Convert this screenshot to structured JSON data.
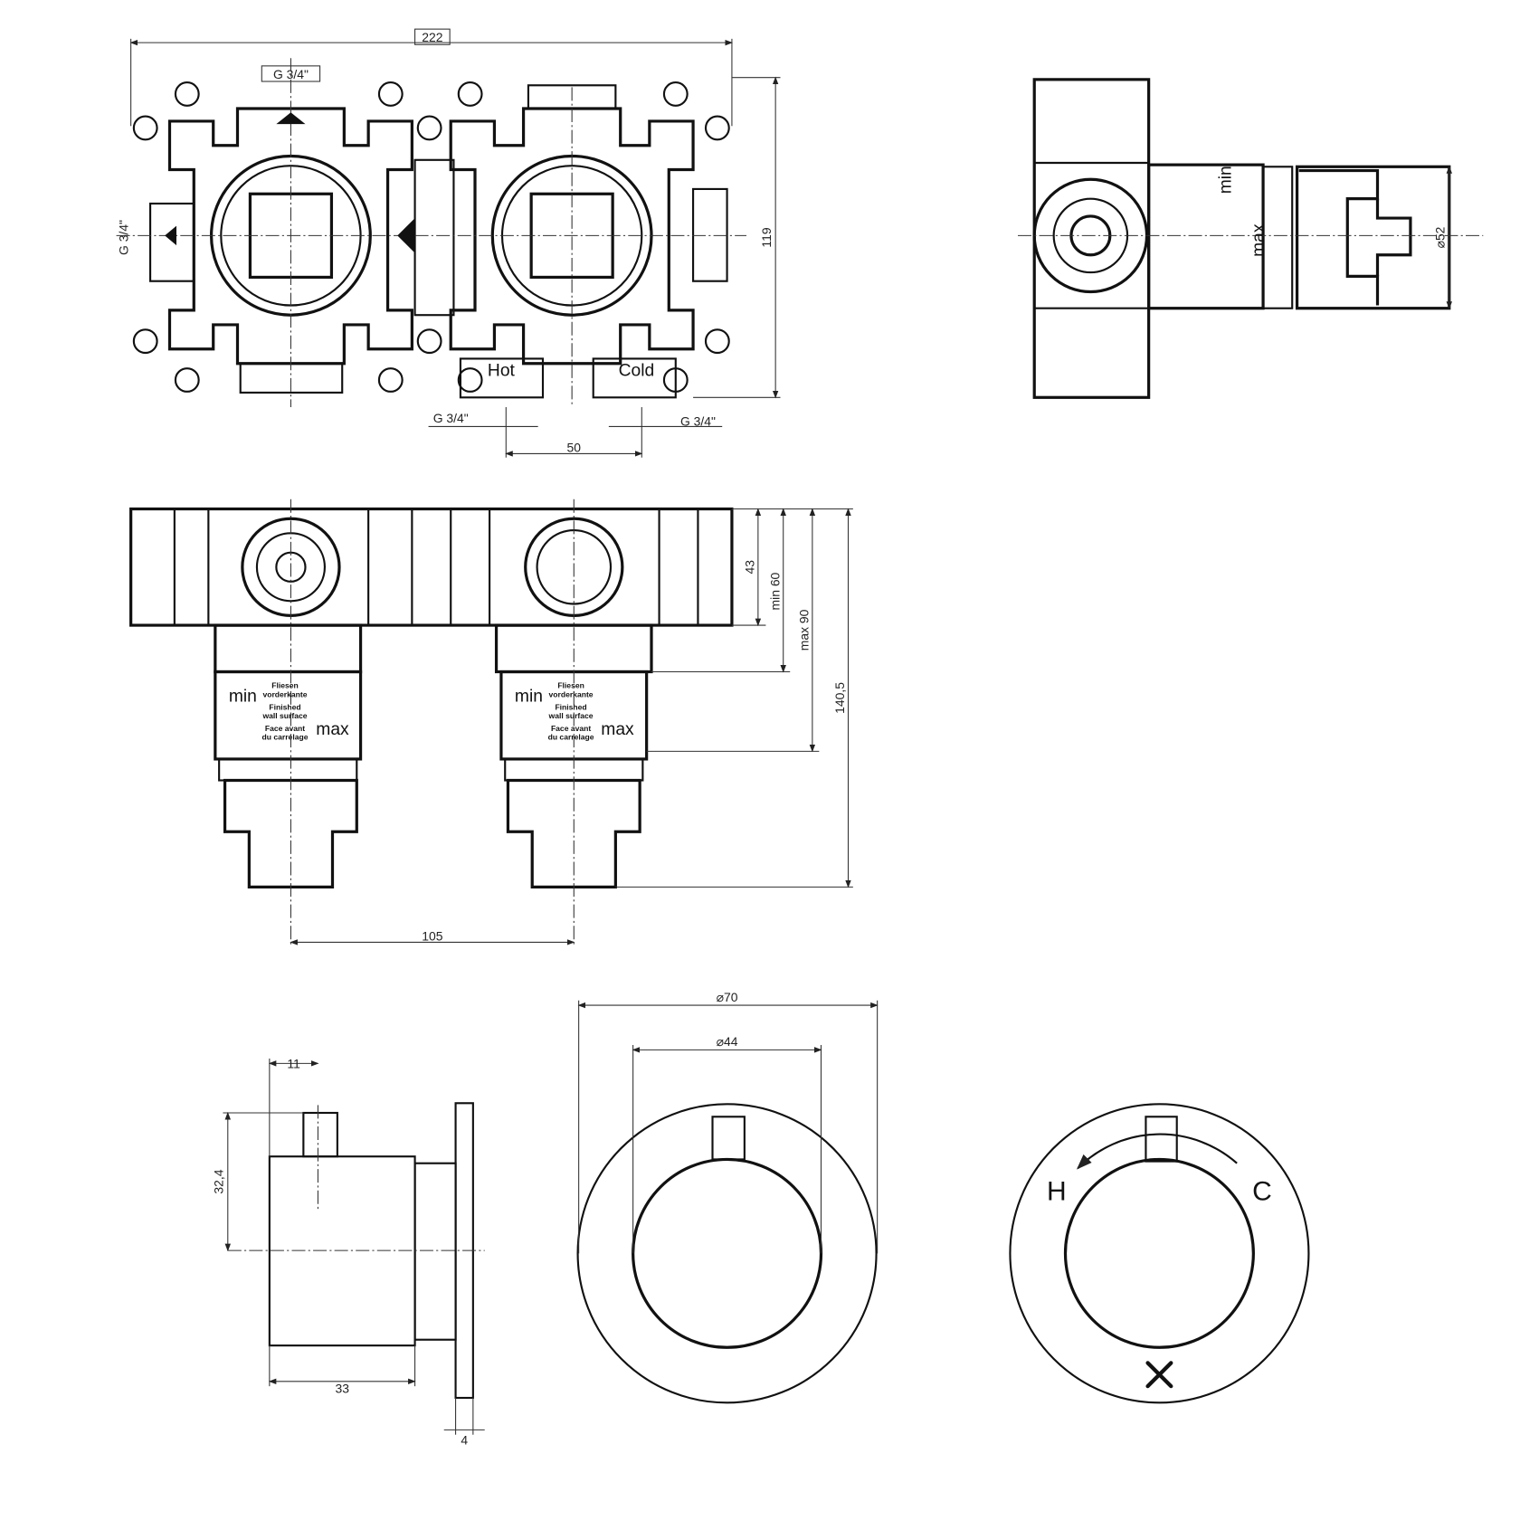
{
  "top_view": {
    "width_dim": "222",
    "height_dim": "119",
    "thread_top": "G 3/4\"",
    "thread_left": "G 3/4\"",
    "thread_bottom_left": "G 3/4\"",
    "thread_bottom_right": "G 3/4\"",
    "spacing_dim": "50",
    "hot_label": "Hot",
    "cold_label": "Cold"
  },
  "side_view": {
    "diameter_dim": "⌀52",
    "min_label": "min",
    "max_label": "max"
  },
  "cartridge_label": {
    "min": "min",
    "max": "max",
    "line1": "Fliesen",
    "line2": "vorderkante",
    "line3": "Finished",
    "line4": "wall surface",
    "line5": "Face avant",
    "line6": "du carrelage"
  },
  "front_view": {
    "dim_43": "43",
    "dim_min60": "min 60",
    "dim_max90": "max 90",
    "dim_140": "140,5",
    "dim_105": "105"
  },
  "handle_side": {
    "dim_11": "11",
    "dim_32": "32,4",
    "dim_33": "33",
    "dim_4": "4"
  },
  "handle_front": {
    "outer_dim": "⌀70",
    "inner_dim": "⌀44"
  },
  "handle_marked": {
    "hot": "H",
    "cold": "C"
  }
}
